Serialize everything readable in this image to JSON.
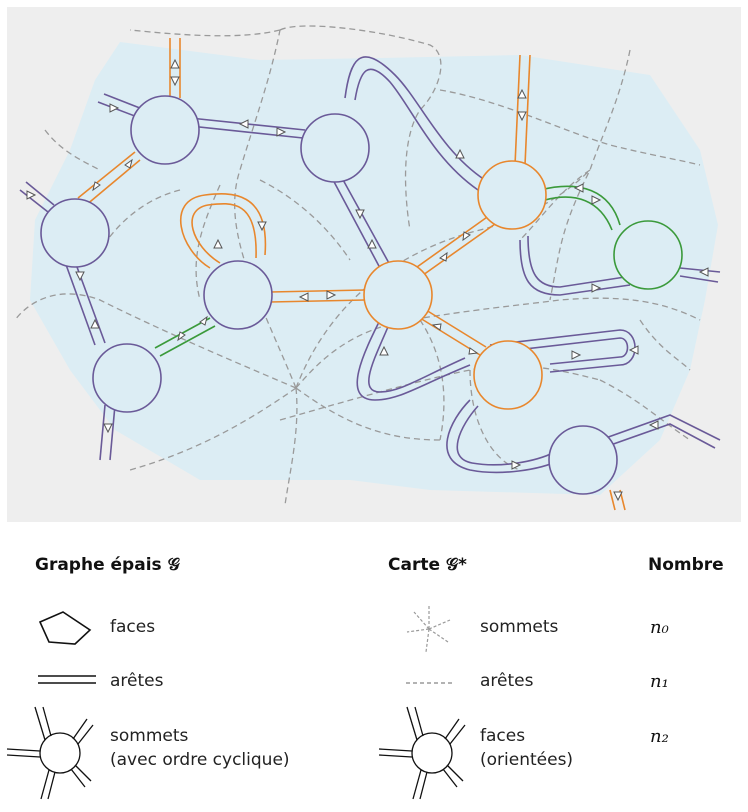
{
  "legend": {
    "headers": {
      "thick_graph": "Graphe épais 𝒢",
      "map": "Carte 𝒢*",
      "count": "Nombre"
    },
    "rows": [
      {
        "left_label": "faces",
        "right_label": "sommets",
        "count": "n₀"
      },
      {
        "left_label": "arêtes",
        "right_label": "arêtes",
        "count": "n₁"
      },
      {
        "left_label": "sommets",
        "left_label_2": "(avec ordre cyclique)",
        "right_label": "faces",
        "right_label_2": "(orientées)",
        "count": "n₂"
      }
    ]
  },
  "colors": {
    "panel_bg": "#eeeeee",
    "face_fill": "#dcedf4",
    "purple": "#6a5a98",
    "orange": "#e8872d",
    "green": "#3b9a3b",
    "dashed": "#9a9a9a"
  },
  "icons": [
    "pentagon-face-icon",
    "double-line-edge-icon",
    "vertex-with-arrows-icon",
    "dashed-star-vertex-icon",
    "dashed-edge-icon"
  ]
}
